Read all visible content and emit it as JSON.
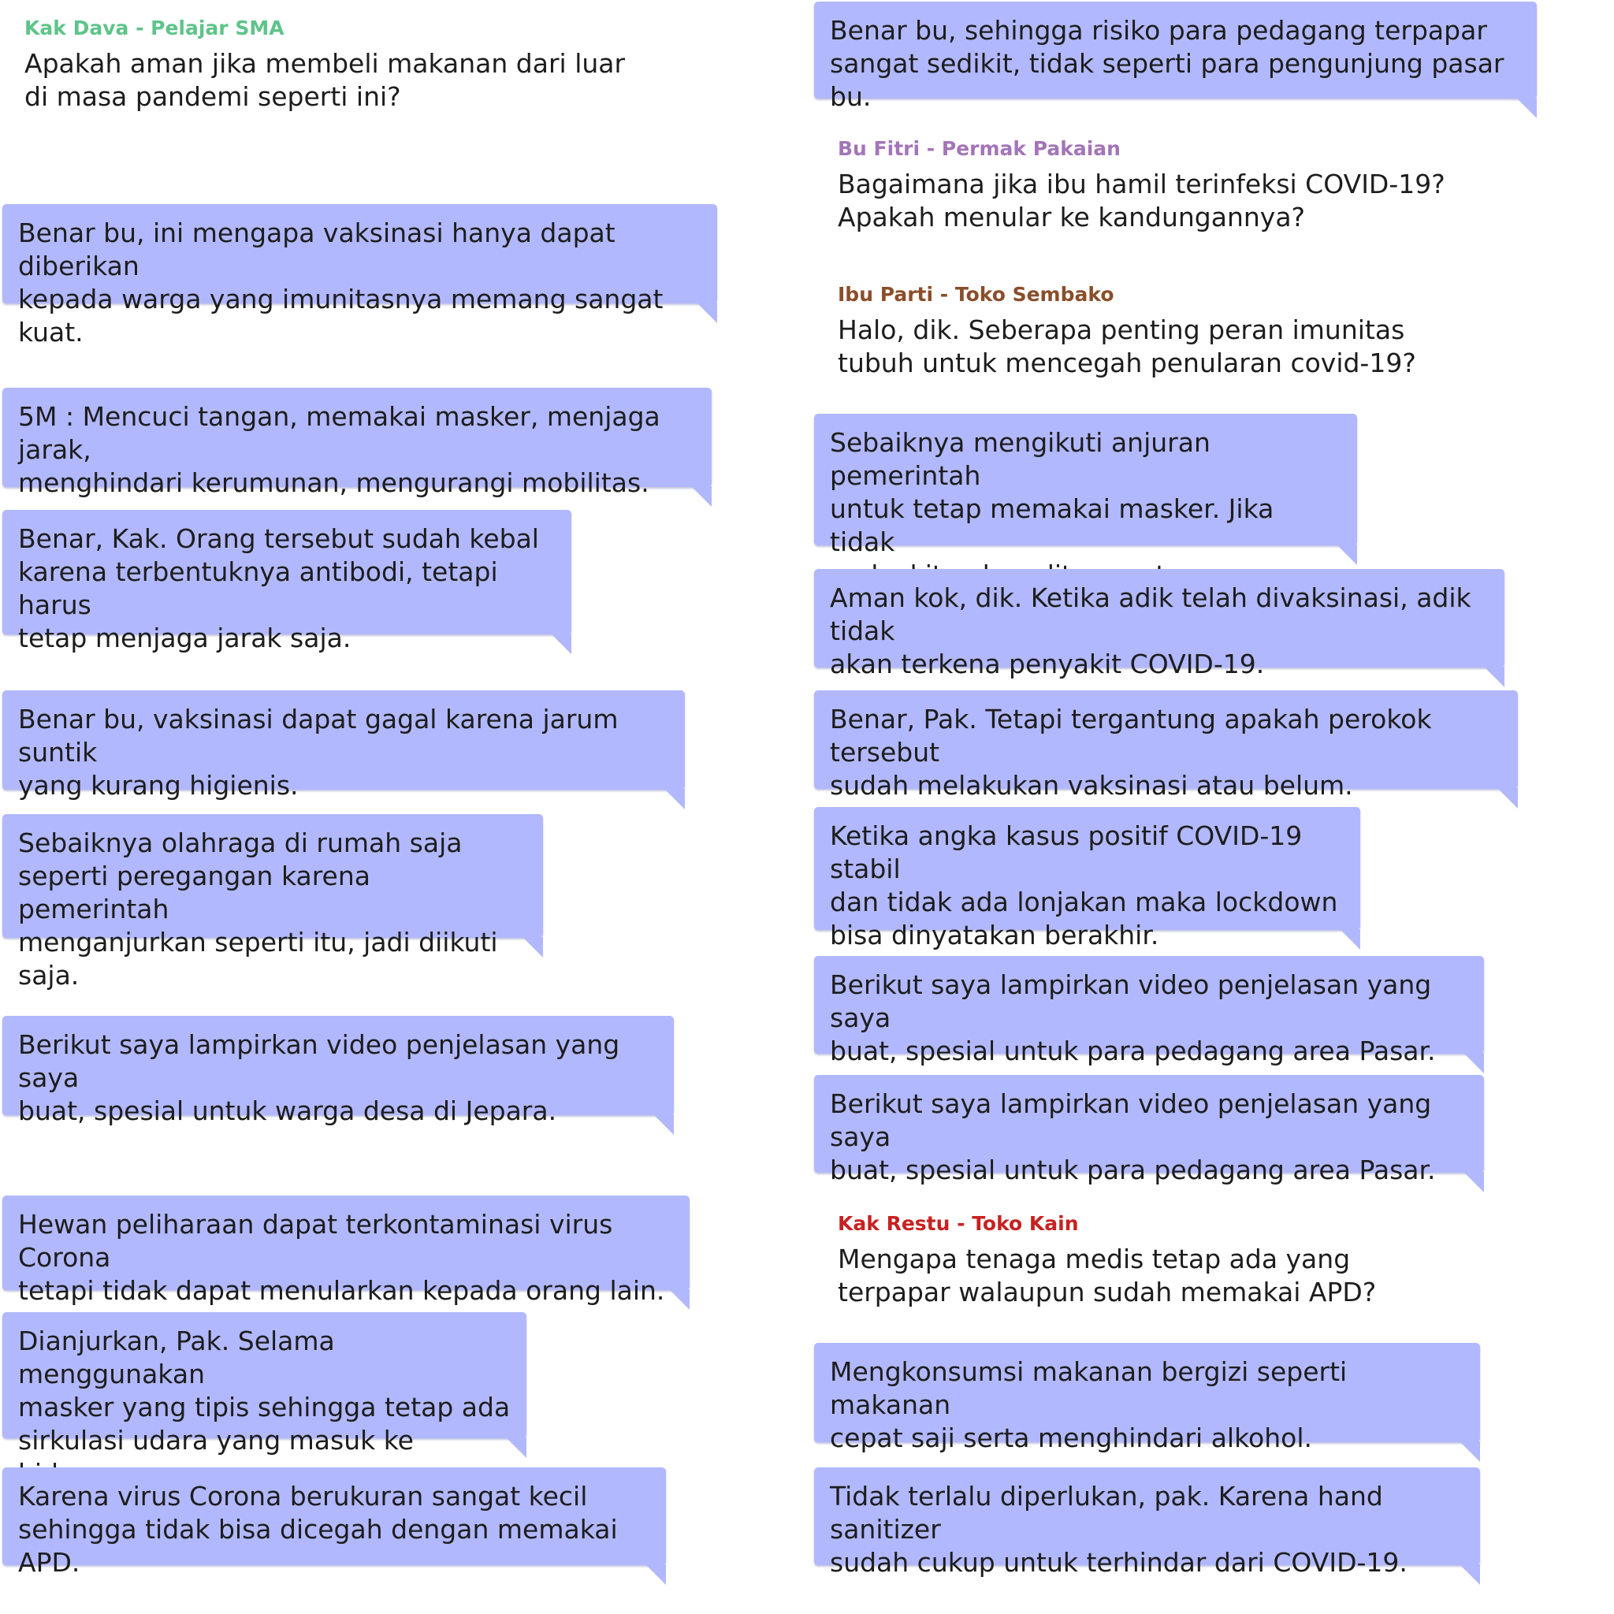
{
  "colors": {
    "bubble": "#b2b8fe",
    "dava": "#5ec48a",
    "fitri": "#a375b8",
    "parti": "#8a4e2a",
    "restu": "#c82121"
  },
  "questions": [
    {
      "name": "Kak Dava - Pelajar SMA",
      "text": "Apakah aman jika membeli makanan dari luar\ndi masa pandemi seperti ini?"
    },
    {
      "name": "Bu Fitri - Permak Pakaian",
      "text": "Bagaimana jika ibu hamil terinfeksi COVID-19?\nApakah menular ke kandungannya?"
    },
    {
      "name": "Ibu Parti - Toko Sembako",
      "text": "Halo, dik. Seberapa penting peran imunitas\ntubuh untuk mencegah penularan covid-19?"
    },
    {
      "name": "Kak Restu - Toko Kain",
      "text": "Mengapa tenaga medis tetap ada yang\nterpapar walaupun sudah memakai APD?"
    }
  ],
  "answers": [
    "Benar bu, ini mengapa vaksinasi hanya dapat diberikan\nkepada warga yang imunitasnya memang sangat kuat.",
    "5M : Mencuci tangan, memakai masker, menjaga jarak,\nmenghindari kerumunan, mengurangi mobilitas.",
    "Benar, Kak. Orang tersebut sudah kebal\nkarena terbentuknya antibodi, tetapi harus\ntetap menjaga jarak saja.",
    "Benar bu, vaksinasi dapat gagal karena jarum suntik\nyang kurang higienis.",
    "Sebaiknya olahraga di rumah saja\nseperti peregangan karena pemerintah\nmenganjurkan seperti itu, jadi diikuti saja.",
    "Berikut saya lampirkan video penjelasan yang saya\nbuat, spesial untuk warga desa di Jepara.",
    "Hewan peliharaan dapat terkontaminasi virus Corona\ntetapi tidak dapat menularkan kepada orang lain.",
    "Dianjurkan, Pak. Selama menggunakan\nmasker yang tipis sehingga tetap ada\nsirkulasi udara yang masuk ke hidung.",
    "Karena virus Corona berukuran sangat kecil\nsehingga tidak bisa dicegah dengan memakai APD.",
    "Benar bu, sehingga risiko para pedagang terpapar\nsangat  sedikit, tidak seperti para pengunjung pasar bu.",
    "Sebaiknya mengikuti anjuran pemerintah\nuntuk tetap memakai masker. Jika tidak\nmaka kita akan ditegur ataupun didenda.",
    "Aman kok, dik. Ketika adik telah divaksinasi, adik tidak\nakan terkena penyakit COVID-19.",
    "Benar, Pak. Tetapi tergantung apakah perokok tersebut\nsudah melakukan vaksinasi atau belum.",
    "Ketika angka kasus positif COVID-19 stabil\ndan tidak ada lonjakan maka lockdown\nbisa dinyatakan berakhir.",
    "Berikut saya lampirkan video penjelasan yang saya\nbuat, spesial untuk para pedagang area Pasar.",
    "Berikut saya lampirkan video penjelasan yang saya\nbuat, spesial untuk para pedagang area Pasar.",
    "Mengkonsumsi makanan bergizi seperti makanan\ncepat saji serta menghindari alkohol.",
    "Tidak terlalu diperlukan, pak. Karena hand sanitizer\nsudah cukup untuk terhindar dari COVID-19."
  ]
}
